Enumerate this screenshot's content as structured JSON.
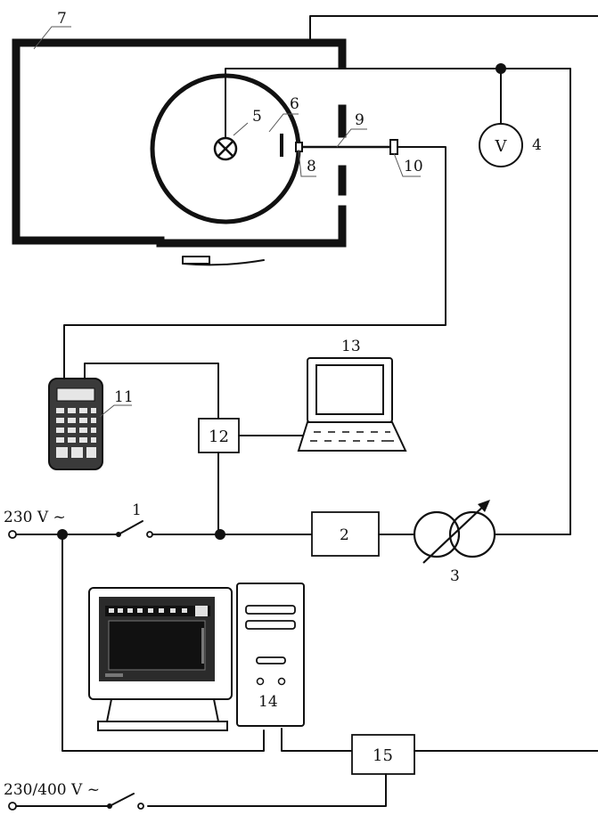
{
  "supply": {
    "mains_single": "230 V ~",
    "mains_three": "230/400 V ~"
  },
  "components": [
    {
      "id": "1",
      "label": "1"
    },
    {
      "id": "2",
      "label": "2"
    },
    {
      "id": "3",
      "label": "3"
    },
    {
      "id": "4",
      "label": "4"
    },
    {
      "id": "5",
      "label": "5"
    },
    {
      "id": "6",
      "label": "6"
    },
    {
      "id": "7",
      "label": "7"
    },
    {
      "id": "8",
      "label": "8"
    },
    {
      "id": "9",
      "label": "9"
    },
    {
      "id": "10",
      "label": "10"
    },
    {
      "id": "11",
      "label": "11"
    },
    {
      "id": "12",
      "label": "12"
    },
    {
      "id": "13",
      "label": "13"
    },
    {
      "id": "14",
      "label": "14"
    },
    {
      "id": "15",
      "label": "15"
    }
  ],
  "voltmeter_symbol": "V",
  "icons": [
    "lamp-symbol",
    "voltmeter-symbol",
    "variable-transformer-symbol",
    "switch-symbol",
    "handheld-meter-icon",
    "laptop-icon",
    "desktop-computer-icon"
  ]
}
